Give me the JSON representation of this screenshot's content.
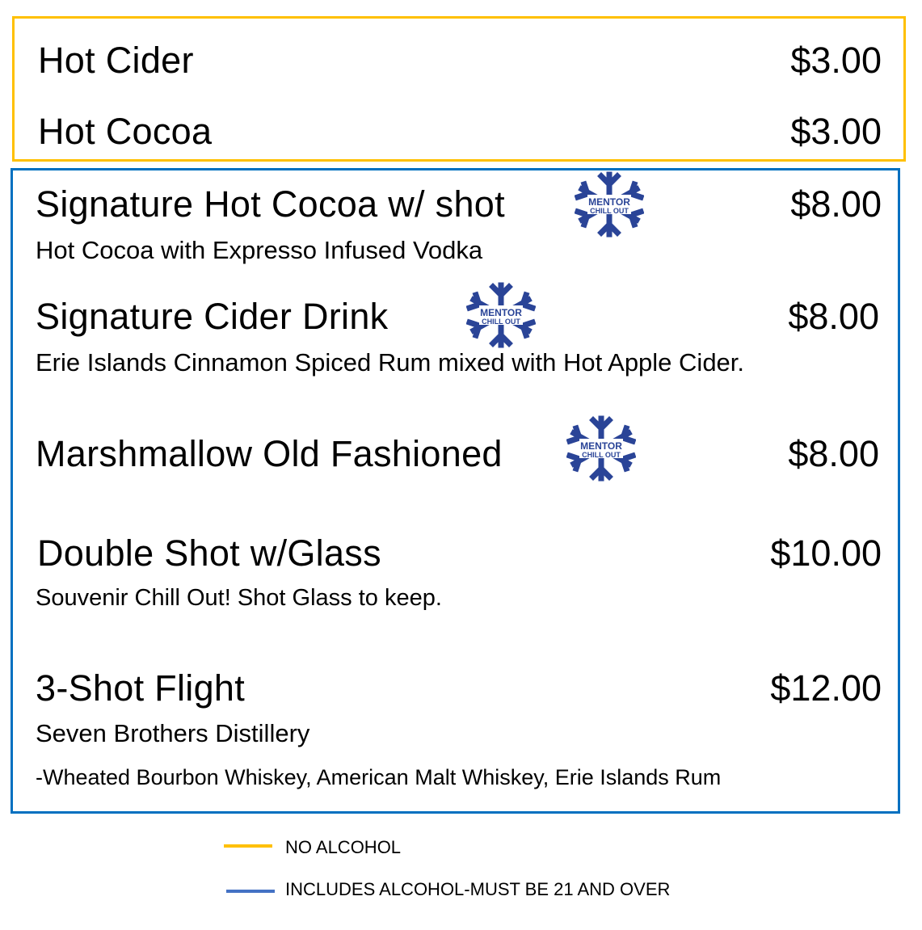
{
  "colors": {
    "no_alcohol": "#FFC000",
    "alcohol_box": "#0070C0",
    "legend_alcohol": "#4472C4",
    "logo": "#2A4497"
  },
  "logo": {
    "line1": "MENTOR",
    "line2": "CHILL OUT",
    "icon": "snowflake-icon"
  },
  "non_alcoholic": [
    {
      "name": "Hot Cider",
      "price": "$3.00"
    },
    {
      "name": "Hot Cocoa",
      "price": "$3.00"
    }
  ],
  "alcoholic": [
    {
      "name": "Signature Hot Cocoa w/ shot",
      "price": "$8.00",
      "description": "Hot Cocoa with Expresso Infused Vodka"
    },
    {
      "name": "Signature Cider Drink",
      "price": "$8.00",
      "description": "Erie Islands Cinnamon Spiced Rum mixed with Hot Apple Cider."
    },
    {
      "name": "Marshmallow Old Fashioned",
      "price": "$8.00"
    },
    {
      "name": "Double Shot w/Glass",
      "price": "$10.00",
      "description": "Souvenir Chill Out!  Shot Glass to keep."
    },
    {
      "name": "3-Shot Flight",
      "price": "$12.00",
      "description": "Seven Brothers Distillery",
      "sub_description": "-Wheated Bourbon Whiskey, American Malt Whiskey, Erie Islands Rum"
    }
  ],
  "legend": {
    "no_alcohol": "NO ALCOHOL",
    "alcohol": "INCLUDES ALCOHOL-MUST BE 21 AND OVER"
  }
}
